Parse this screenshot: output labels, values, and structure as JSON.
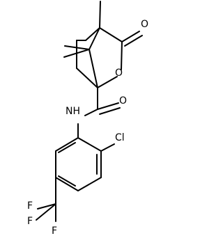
{
  "atoms": {
    "O_ketone": "O",
    "O_ring": "O",
    "NH": "NH",
    "O_amide": "O",
    "Cl": "Cl",
    "F1": "F",
    "F2": "F",
    "F3": "F"
  }
}
